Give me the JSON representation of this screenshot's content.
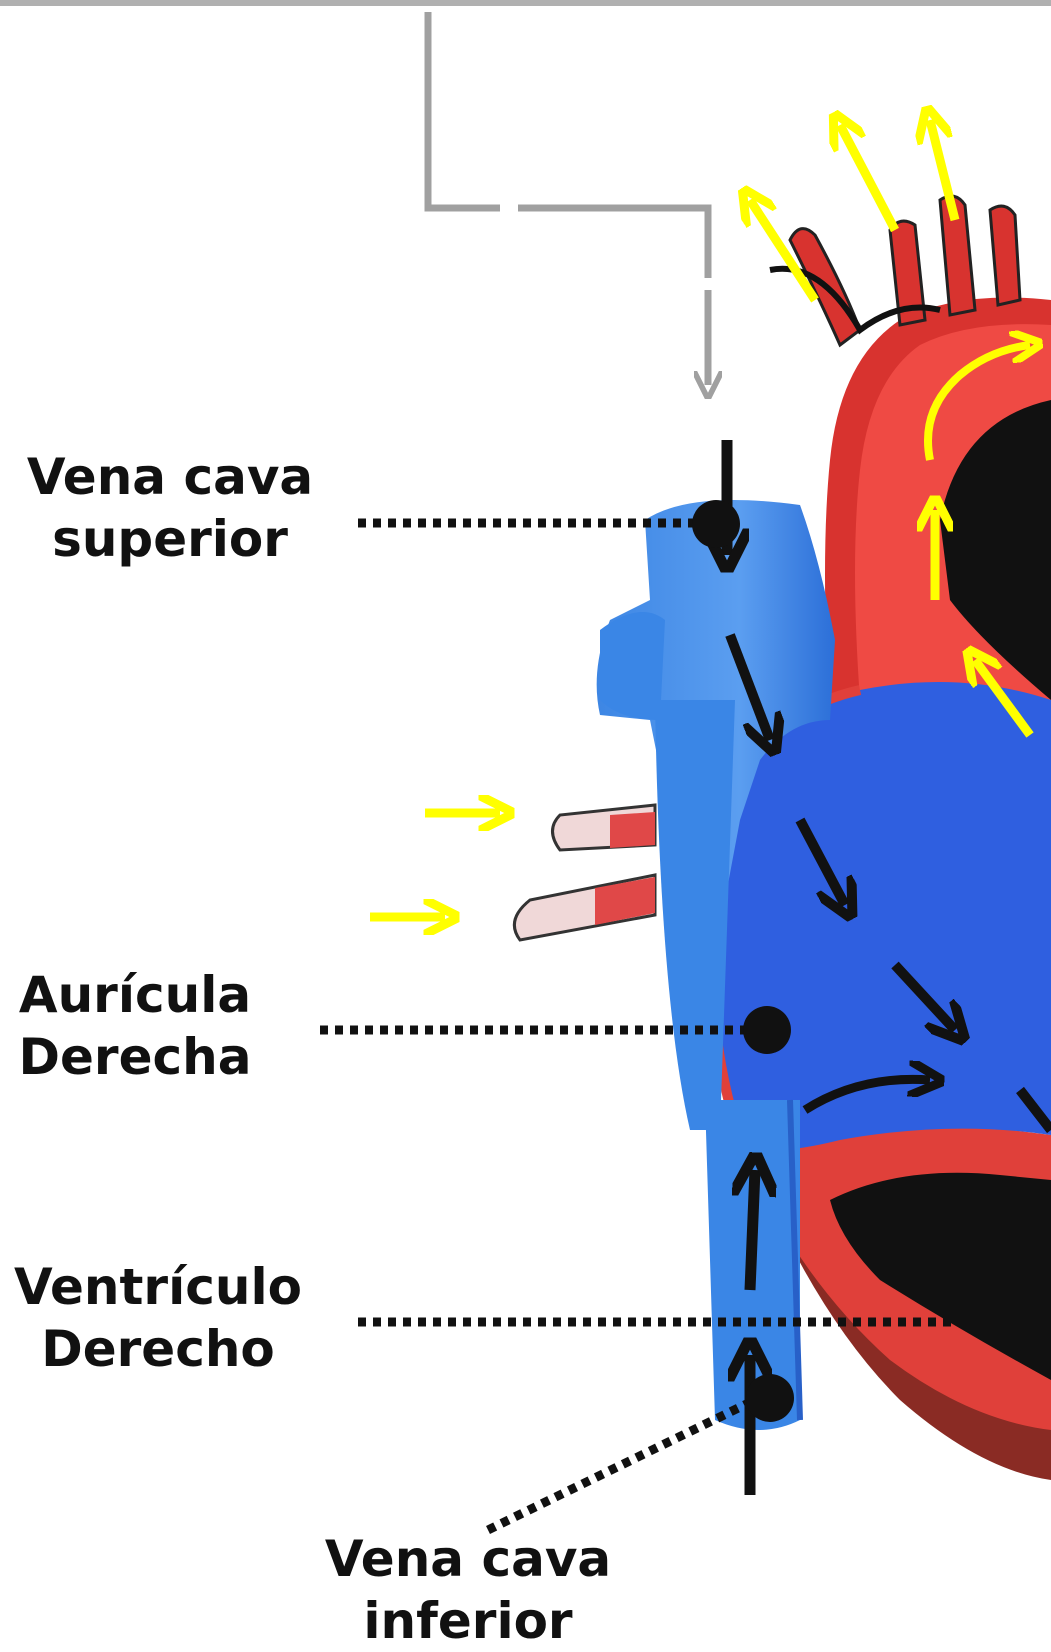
{
  "labels": {
    "vena_cava_superior": {
      "line1": "Vena cava",
      "line2": "superior"
    },
    "auricula_derecha": {
      "line1": "Aurícula",
      "line2": "Derecha"
    },
    "ventriculo_derecho": {
      "line1": "Ventrículo",
      "line2": "Derecho"
    },
    "vena_cava_inferior": {
      "line1": "Vena cava",
      "line2": "inferior"
    }
  },
  "colors": {
    "deoxygenated_blood": "#2f5fe0",
    "vein_blue": "#3a86e6",
    "oxygenated_blood": "#e23a3a",
    "flow_arrow_oxygenated": "#ffff00",
    "flow_arrow_deoxygenated": "#111111",
    "connector": "#a0a0a0"
  }
}
